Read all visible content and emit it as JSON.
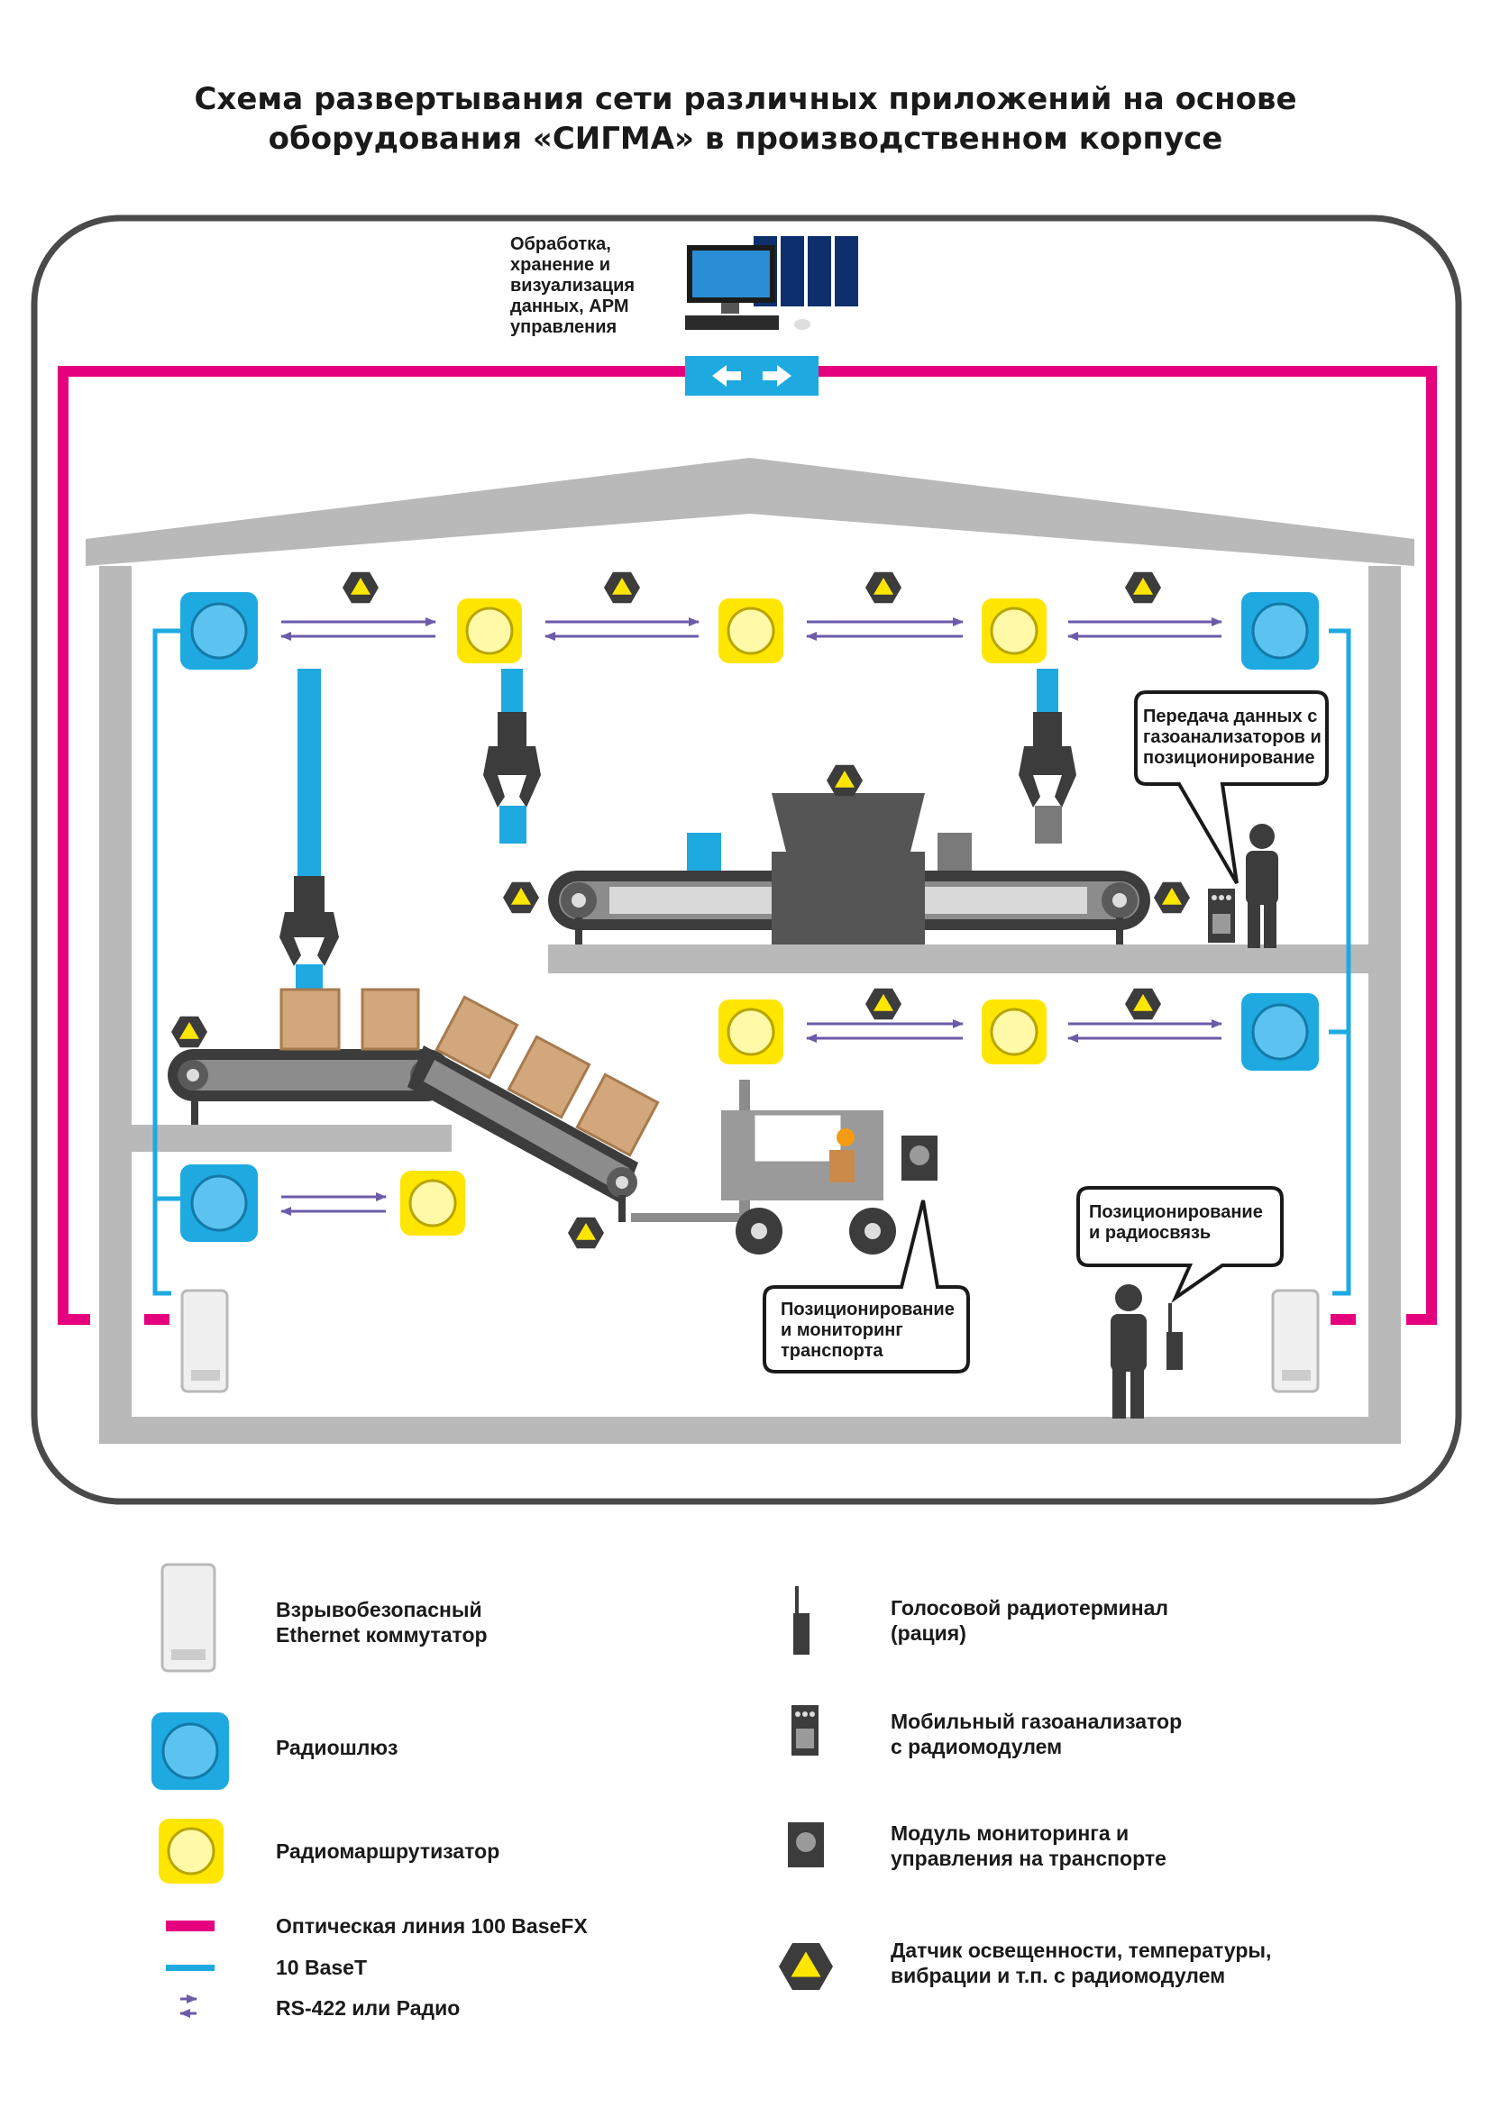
{
  "title": {
    "line1": "Схема развертывания сети различных приложений на основе",
    "line2": "оборудования «СИГМА» в производственном корпусе"
  },
  "server_label": "Обработка,\nхранение и\nвизуализация\nданных, АРМ\nуправления",
  "callouts": {
    "gas": "Передача данных с\nгазоанализаторов и\nпозиционирование",
    "radio": "Позиционирование\nи радиосвязь",
    "transport": "Позиционирование\nи мониторинг\nтранспорта"
  },
  "legend": {
    "switch": "Взрывобезопасный\nEthernet коммутатор",
    "gateway": "Радиошлюз",
    "router": "Радиомаршрутизатор",
    "fiber": "Оптическая линия 100 BaseFX",
    "baset": "10 BaseT",
    "rs422": "RS-422 или Радио",
    "walkie": "Голосовой радиотерминал\n(рация)",
    "gas_analyzer": "Мобильный газоанализатор\nс радиомодулем",
    "transport_module": "Модуль мониторинга и\nуправления на транспорте",
    "sensor": "Датчик освещенности, температуры,\nвибрации и т.п. с радиомодулем"
  },
  "colors": {
    "fiber": "#e5007e",
    "baset": "#1ea9e1",
    "rs422": "#6b5ba8",
    "gateway": "#1ea9e1",
    "router": "#ffe600",
    "building": "#b9b9b9",
    "machine": "#555555",
    "crate": "#d2a77c"
  }
}
